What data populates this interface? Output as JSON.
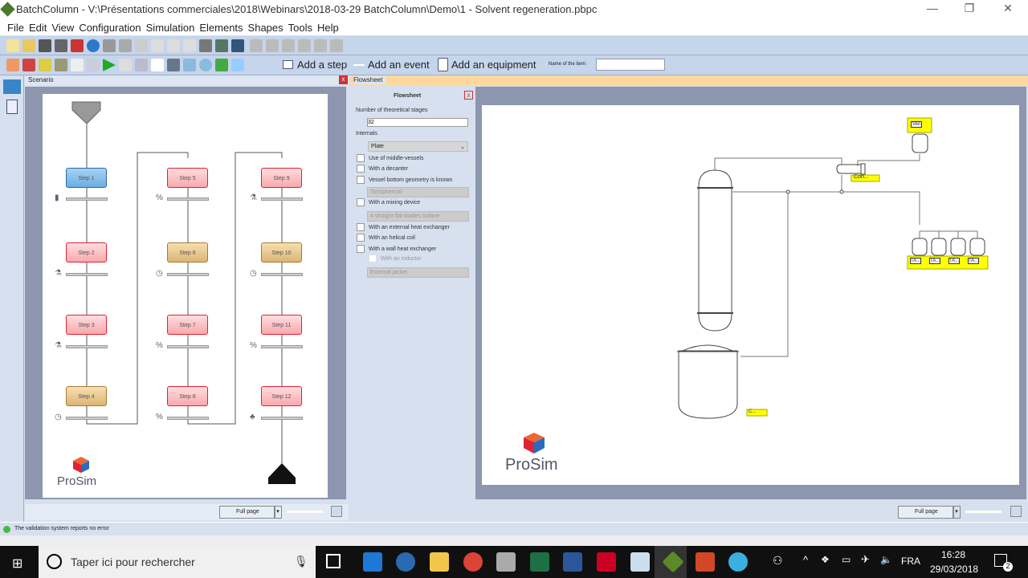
{
  "window": {
    "title": "BatchColumn - V:\\Présentations commerciales\\2018\\Webinars\\2018-03-29 BatchColumn\\Demo\\1 - Solvent regeneration.pbpc",
    "minimize": "—",
    "maximize": "❐",
    "close": "✕"
  },
  "menu": [
    "File",
    "Edit",
    "View",
    "Configuration",
    "Simulation",
    "Elements",
    "Shapes",
    "Tools",
    "Help"
  ],
  "toolbar": {
    "add_step": "Add a step",
    "add_event": "Add an event",
    "add_equipment": "Add an equipment",
    "item_name_label": "Name of the item:",
    "item_name_value": ""
  },
  "scenario": {
    "tab": "Scenario",
    "close": "x",
    "steps": [
      {
        "label": "Step 1",
        "kind": "blue"
      },
      {
        "label": "Step 2",
        "kind": "red"
      },
      {
        "label": "Step 3",
        "kind": "red"
      },
      {
        "label": "Step 4",
        "kind": "tan"
      },
      {
        "label": "Step 5",
        "kind": "red"
      },
      {
        "label": "Step 6",
        "kind": "tan"
      },
      {
        "label": "Step 7",
        "kind": "red"
      },
      {
        "label": "Step 8",
        "kind": "red"
      },
      {
        "label": "Step 9",
        "kind": "red"
      },
      {
        "label": "Step 10",
        "kind": "tan"
      },
      {
        "label": "Step 11",
        "kind": "red"
      },
      {
        "label": "Step 12",
        "kind": "red"
      }
    ],
    "transition_icons": [
      "cylinder-icon",
      "flask-icon",
      "flask-icon",
      "clock-icon",
      "percent-icon",
      "clock-icon",
      "percent-icon",
      "percent-icon",
      "flask-icon",
      "clock-icon",
      "percent-icon",
      "plant-icon"
    ],
    "logo": "ProSim",
    "zoom": "Full page"
  },
  "flowsheet": {
    "tab": "Flowsheet",
    "logo": "ProSim",
    "zoom": "Full page",
    "labels": {
      "vent": "Ven",
      "condenser": "Con...",
      "boiler": "C...",
      "tanks": [
        "TA...",
        "TA...",
        "TA...",
        "TA..."
      ]
    },
    "props": {
      "title": "Flowsheet",
      "close": "x",
      "stages_label": "Number of theoretical stages",
      "stages_value": "32",
      "internals_label": "Internals",
      "internals_value": "Plate",
      "options": [
        {
          "label": "Use of middle-vessels",
          "checked": false
        },
        {
          "label": "With a decanter",
          "checked": false
        },
        {
          "label": "Vessel bottom geometry is known",
          "checked": false
        }
      ],
      "bottom_geometry": "Torispherical",
      "mixing_label": "With a mixing device",
      "mixing_value": "4 straight flat-blades turbine",
      "hx": [
        {
          "label": "With an external heat exchanger"
        },
        {
          "label": "With an helical coil"
        },
        {
          "label": "With a wall heat exchanger"
        }
      ],
      "inductor": "With an inductor",
      "jacket": "External jacket"
    }
  },
  "status": "The validation system reports no error",
  "taskbar": {
    "search": "Taper ici pour rechercher",
    "lang": "FRA",
    "time": "16:28",
    "date": "29/03/2018",
    "notifications": "2"
  }
}
